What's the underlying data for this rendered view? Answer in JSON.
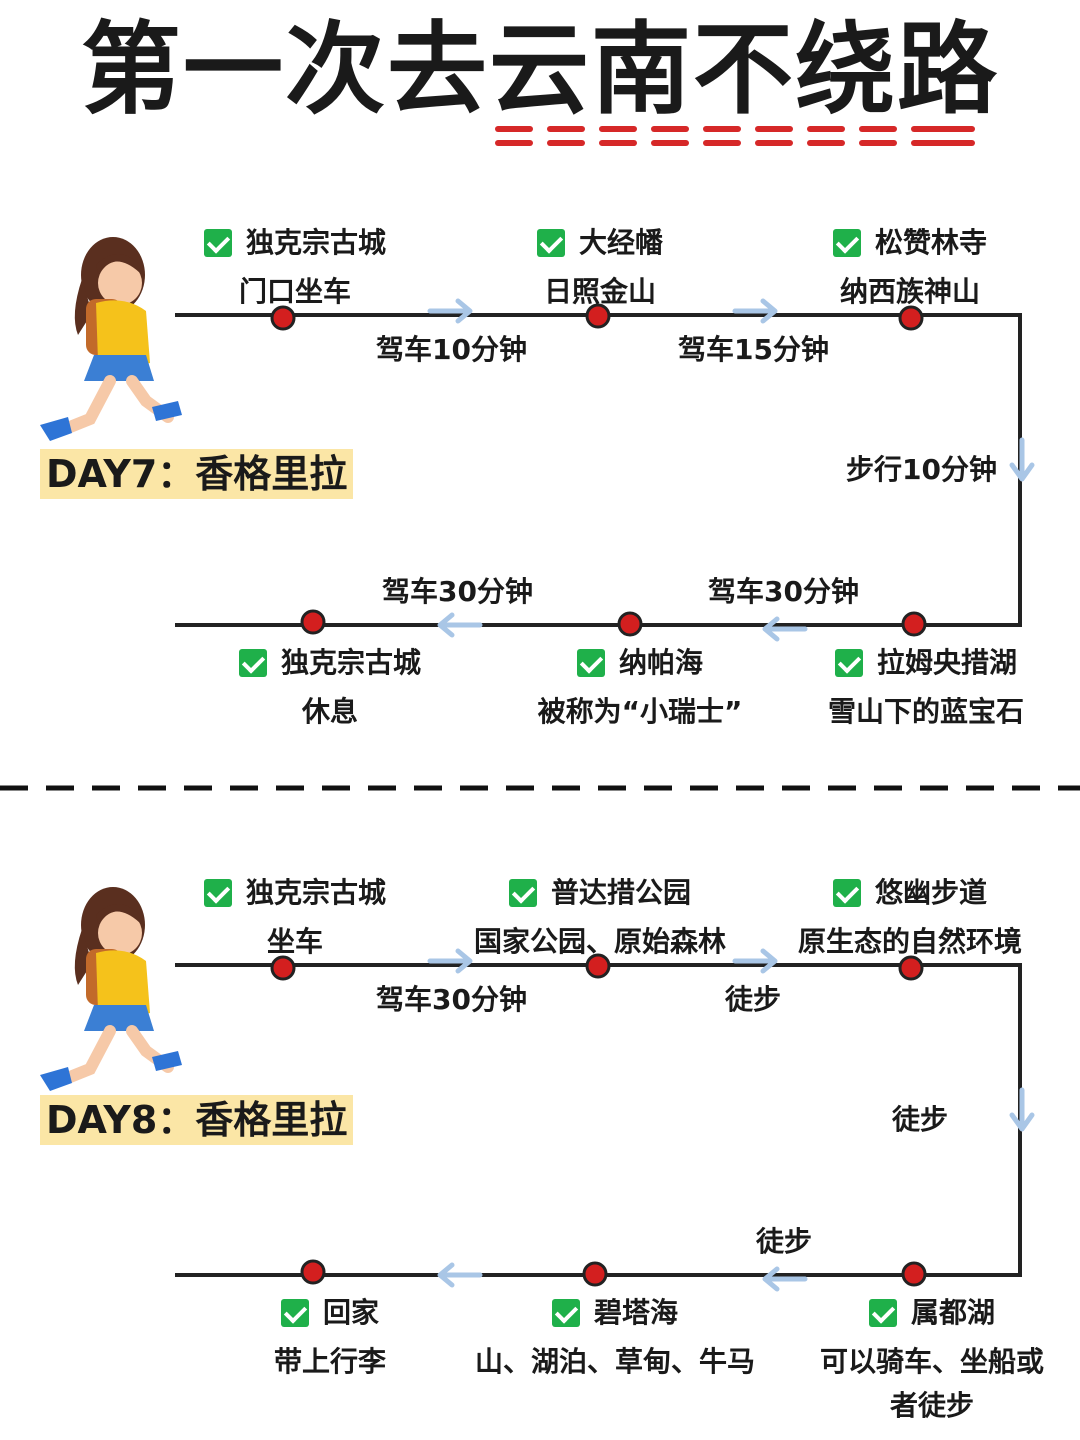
{
  "title": "第一次去云南不绕路",
  "days": [
    {
      "label": "DAY7：香格里拉",
      "stops": [
        {
          "name": "独克宗古城",
          "desc": "门口坐车"
        },
        {
          "name": "大经幡",
          "desc": "日照金山"
        },
        {
          "name": "松赞林寺",
          "desc": "纳西族神山"
        },
        {
          "name": "拉姆央措湖",
          "desc": "雪山下的蓝宝石"
        },
        {
          "name": "纳帕海",
          "desc": "被称为“小瑞士”"
        },
        {
          "name": "独克宗古城",
          "desc": "休息"
        }
      ],
      "segments": [
        "驾车10分钟",
        "驾车15分钟",
        "步行10分钟",
        "驾车30分钟",
        "驾车30分钟"
      ]
    },
    {
      "label": "DAY8：香格里拉",
      "stops": [
        {
          "name": "独克宗古城",
          "desc": "坐车"
        },
        {
          "name": "普达措公园",
          "desc": "国家公园、原始森林"
        },
        {
          "name": "悠幽步道",
          "desc": "原生态的自然环境"
        },
        {
          "name": "属都湖",
          "desc": "可以骑车、坐船或",
          "desc2": "者徒步"
        },
        {
          "name": "碧塔海",
          "desc": "山、湖泊、草甸、牛马"
        },
        {
          "name": "回家",
          "desc": "带上行李"
        }
      ],
      "segments": [
        "驾车30分钟",
        "徒步",
        "徒步",
        "徒步",
        ""
      ]
    }
  ],
  "colors": {
    "accent": "#d62828",
    "dot": "#d31f1f",
    "check": "#1fb04a",
    "label_bg": "#fbe6a6",
    "arrow": "#a9c6e6"
  }
}
